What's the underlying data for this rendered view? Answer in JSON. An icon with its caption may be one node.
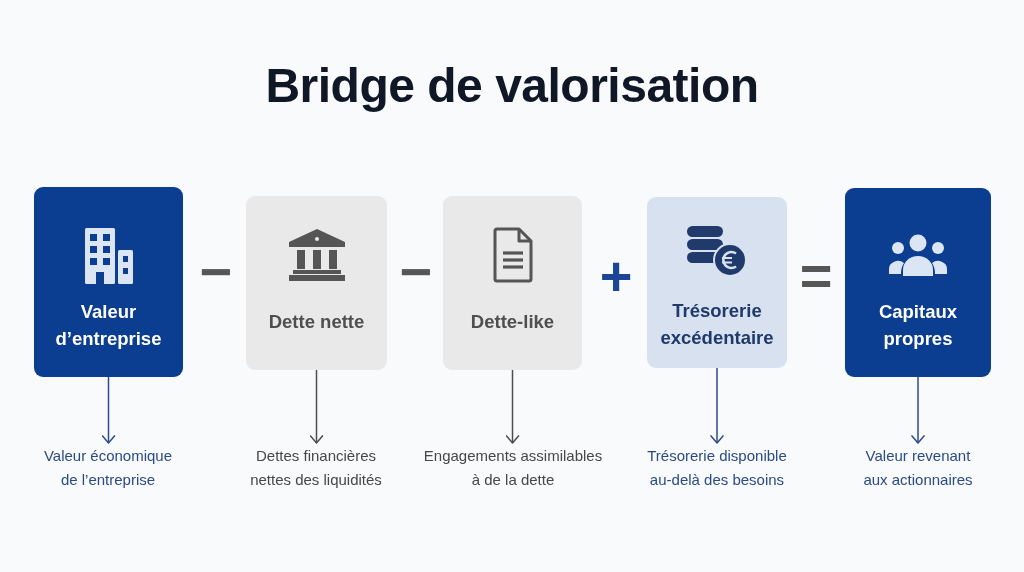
{
  "diagram": {
    "title": "Bridge de valorisation",
    "nodes": [
      {
        "text": [
          "Valeur d’entreprise"
        ]
      },
      {
        "text": [
          "Dette nette"
        ]
      },
      {
        "text": [
          "Dette-like"
        ]
      },
      {
        "text": [
          "Trésorerie excédentaire"
        ]
      },
      {
        "text": [
          "Capitaux propres"
        ]
      },
      {
        "text": [
          "Valeur économique de l’entreprise"
        ]
      },
      {
        "text": [
          "Dettes financières nettes des liquidités"
        ]
      },
      {
        "text": [
          "Engagements assimilables à de la dette"
        ]
      },
      {
        "text": [
          "Trésorerie disponible au-delà des besoins"
        ]
      },
      {
        "text": [
          "Valeur revenant aux actionnaires"
        ]
      }
    ],
    "edges": [
      {
        "from": 0,
        "to": 5,
        "arrow": "to"
      },
      {
        "from": 1,
        "to": 6,
        "arrow": "to",
        "color": "#4d4d4d"
      },
      {
        "from": 2,
        "to": 7,
        "arrow": "to",
        "color": "#4d4d4d"
      },
      {
        "from": 3,
        "to": 8,
        "arrow": "to"
      },
      {
        "from": 4,
        "to": 9,
        "arrow": "to"
      }
    ],
    "labels": [
      "−",
      "−",
      "+",
      "="
    ]
  }
}
